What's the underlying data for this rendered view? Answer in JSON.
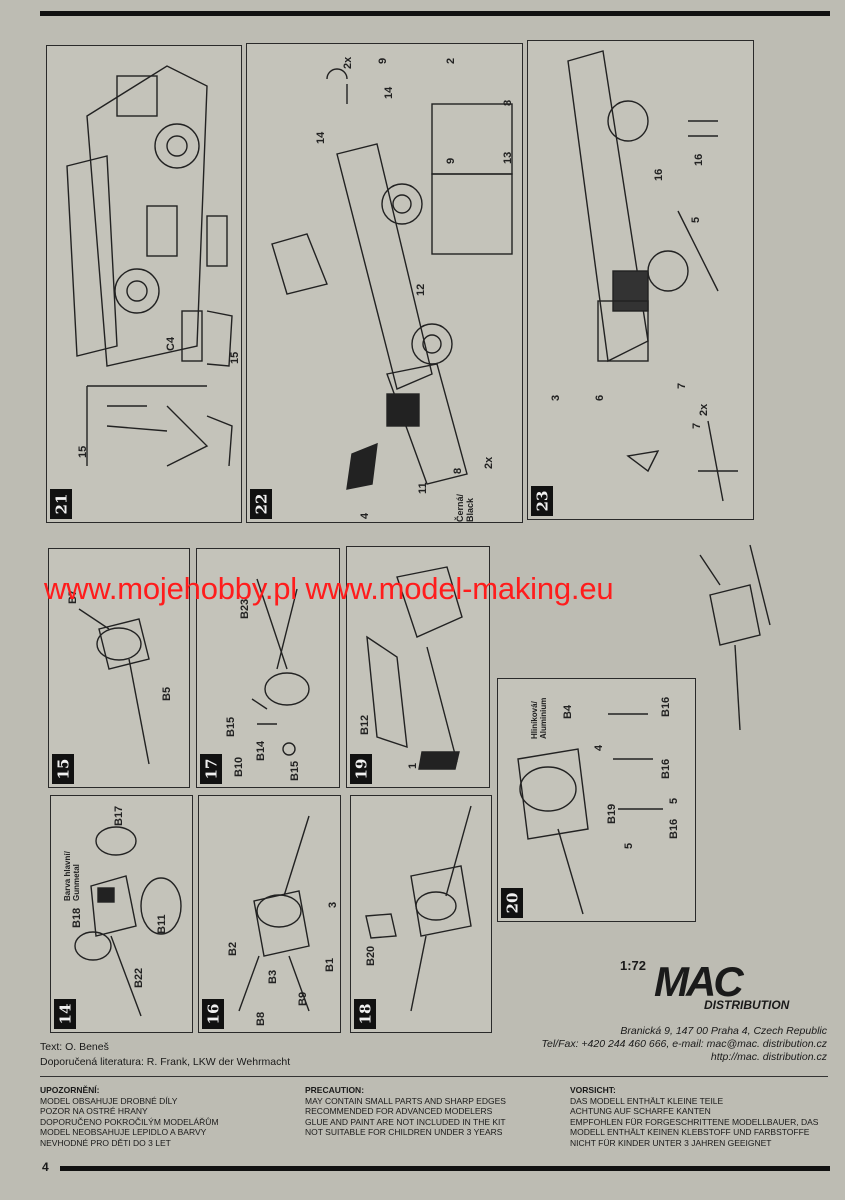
{
  "page_number": "4",
  "watermark": "www.mojehobby.pl www.model-making.eu",
  "steps": [
    {
      "num": "21",
      "labels": [
        "C4",
        "15",
        "15"
      ]
    },
    {
      "num": "22",
      "labels": [
        "14",
        "14",
        "2x",
        "9",
        "2",
        "9",
        "8",
        "13",
        "12",
        "4",
        "11",
        "8",
        "2x",
        "Černá/ Black"
      ]
    },
    {
      "num": "23",
      "labels": [
        "16",
        "16",
        "5",
        "3",
        "6",
        "7",
        "7",
        "2x"
      ]
    },
    {
      "num": "15",
      "labels": [
        "B7",
        "B5"
      ]
    },
    {
      "num": "17",
      "labels": [
        "B23",
        "B15",
        "B10",
        "B14",
        "B15"
      ]
    },
    {
      "num": "19",
      "labels": [
        "B12",
        "1"
      ]
    },
    {
      "num": "20",
      "labels": [
        "Hliníková/ Aluminium",
        "B4",
        "B16",
        "B16",
        "B16",
        "B19",
        "4",
        "5",
        "5"
      ]
    },
    {
      "num": "14",
      "labels": [
        "B17",
        "Barva hlavní/ Gunmetal",
        "B18",
        "B11",
        "B22"
      ]
    },
    {
      "num": "16",
      "labels": [
        "B2",
        "B3",
        "B8",
        "B9",
        "B1",
        "3"
      ]
    },
    {
      "num": "18",
      "labels": [
        "B20"
      ]
    }
  ],
  "credits": {
    "text_line": "Text: O. Beneš",
    "literature_line": "Doporučená literatura: R. Frank, LKW der Wehrmacht"
  },
  "logo": {
    "scale": "1:72",
    "mark": "MAC",
    "sub": "DISTRIBUTION"
  },
  "address": {
    "line1": "Branická 9, 147 00 Praha 4, Czech Republic",
    "line2": "Tel/Fax: +420 244 460 666, e-mail: mac@mac. distribution.cz",
    "line3": "http://mac. distribution.cz"
  },
  "warnings": {
    "cz": {
      "title": "UPOZORNĚNÍ:",
      "lines": [
        "MODEL OBSAHUJE DROBNÉ DÍLY",
        "POZOR NA OSTRÉ HRANY",
        "DOPORUČENO POKROČILÝM MODELÁŘŮM",
        "MODEL NEOBSAHUJE LEPIDLO A BARVY",
        "NEVHODNÉ PRO DĚTI DO 3 LET"
      ]
    },
    "en": {
      "title": "PRECAUTION:",
      "lines": [
        "MAY CONTAIN SMALL PARTS AND SHARP EDGES",
        "RECOMMENDED FOR ADVANCED MODELERS",
        "GLUE AND PAINT ARE NOT INCLUDED IN THE KIT",
        "NOT SUITABLE FOR CHILDREN UNDER 3 YEARS"
      ]
    },
    "de": {
      "title": "VORSICHT:",
      "lines": [
        "DAS MODELL ENTHÄLT KLEINE TEILE",
        "ACHTUNG AUF SCHARFE KANTEN",
        "EMPFOHLEN FÜR FORGESCHRITTENE MODELLBAUER, DAS",
        "MODELL ENTHÄLT KEINEN KLEBSTOFF UND FARBSTOFFE",
        "NICHT FÜR KINDER UNTER 3 JAHREN GEEIGNET"
      ]
    }
  }
}
